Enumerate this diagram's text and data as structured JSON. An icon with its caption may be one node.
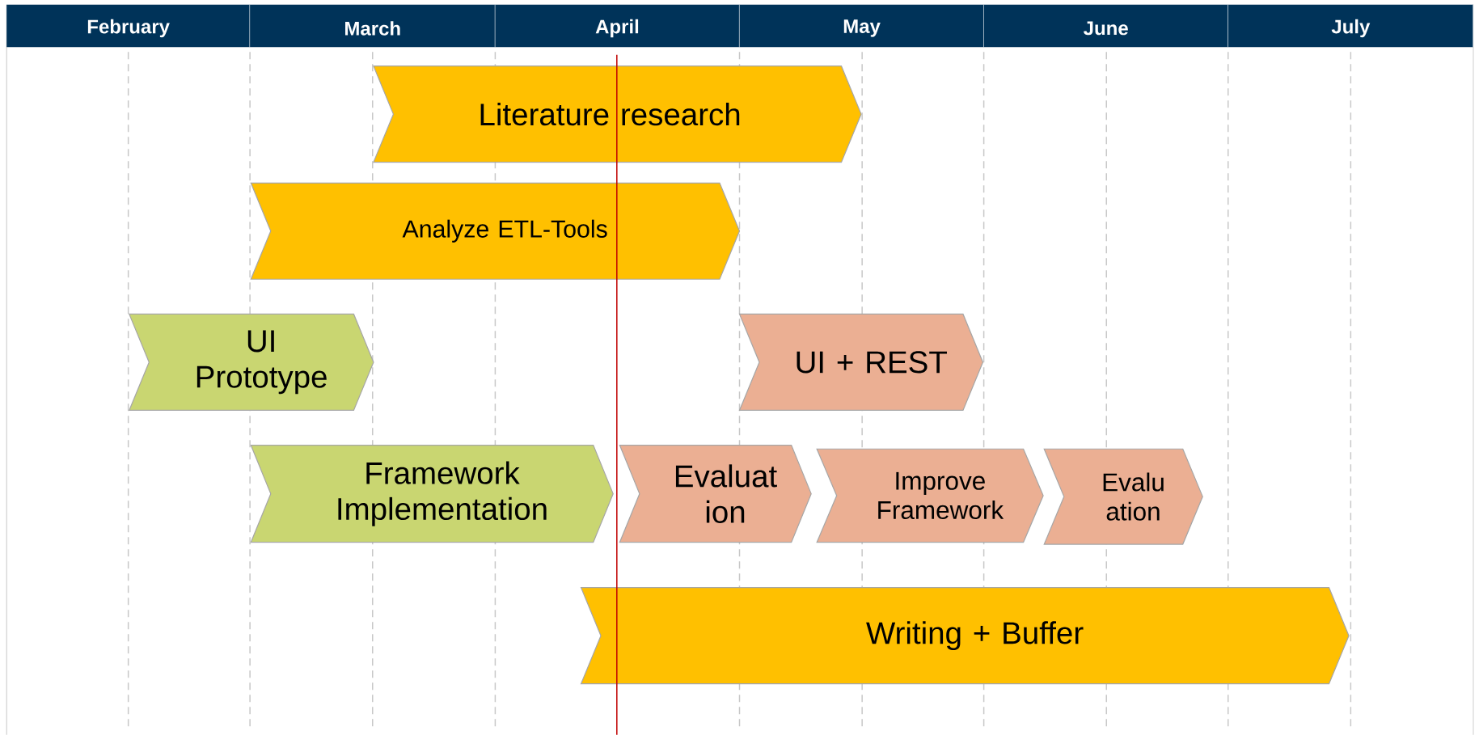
{
  "diagram": {
    "nodes": [
      {
        "text": [
          "February"
        ]
      },
      {
        "text": [
          "March"
        ]
      },
      {
        "text": [
          "April"
        ]
      },
      {
        "text": [
          "May"
        ]
      },
      {
        "text": [
          "June"
        ]
      },
      {
        "text": [
          "July"
        ]
      },
      {
        "text": [
          "Literature research"
        ]
      },
      {
        "text": [
          "Analyze ETL-Tools"
        ]
      },
      {
        "text": [
          "UI Prototype"
        ]
      },
      {
        "text": [
          "UI + REST"
        ]
      },
      {
        "text": [
          "Framework Implementation"
        ]
      },
      {
        "text": [
          "Evaluat ion"
        ]
      },
      {
        "text": [
          "Improve Framework"
        ]
      },
      {
        "text": [
          "Evalu ation"
        ]
      },
      {
        "text": [
          "Writing + Buffer"
        ]
      }
    ]
  }
}
